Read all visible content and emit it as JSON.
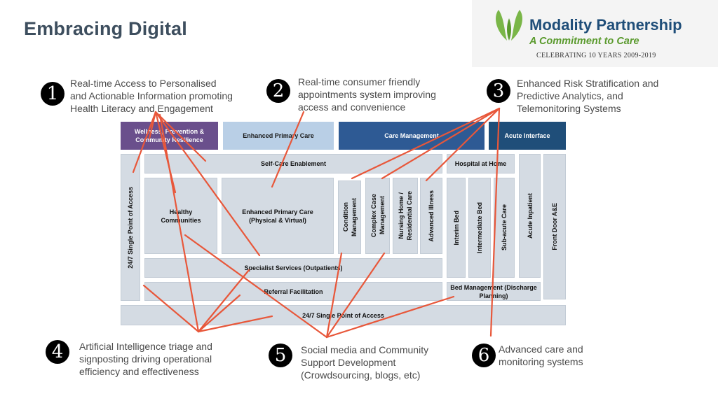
{
  "title": "Embracing Digital",
  "logo": {
    "name": "Modality Partnership",
    "tagline": "A Commitment to Care",
    "celebrating": "CELEBRATING 10 YEARS 2009-2019"
  },
  "callouts": [
    {
      "number": "1",
      "lines": [
        "Real-time Access to Personalised",
        "and Actionable Information promoting",
        "Health Literacy and Engagement"
      ]
    },
    {
      "number": "2",
      "lines": [
        "Real-time consumer friendly",
        "appointments system improving",
        "access and convenience"
      ]
    },
    {
      "number": "3",
      "lines": [
        "Enhanced Risk Stratification and",
        "Predictive Analytics, and",
        "Telemonitoring Systems"
      ]
    },
    {
      "number": "4",
      "lines": [
        "Artificial Intelligence triage and",
        "signposting driving operational",
        "efficiency and effectiveness"
      ]
    },
    {
      "number": "5",
      "lines": [
        "Social media and Community",
        "Support Development",
        "(Crowdsourcing, blogs, etc)"
      ]
    },
    {
      "number": "6",
      "lines": [
        "Advanced care and",
        "monitoring systems"
      ]
    }
  ],
  "headers": {
    "wellness": "Wellness, Prevention & Community Resilience",
    "primary": "Enhanced Primary Care",
    "care": "Care Management",
    "acute": "Acute Interface"
  },
  "boxes": {
    "single_point_vertical": "24/7 Single Point of Access",
    "self_care": "Self-Care Enablement",
    "healthy": "Healthy Communities",
    "primary_care": "Enhanced Primary Care (Physical & Virtual)",
    "condition": "Condition\nManagement",
    "complex": "Complex Case\nManagement",
    "nursing": "Nursing Home /\nResidential Care",
    "advanced": "Advanced Illness",
    "hospital": "Hospital at Home",
    "interim": "Interim Bed",
    "intermediate": "Intermediate Bed",
    "subacute": "Sub-acute Care",
    "acute_inpatient": "Acute Inpatient",
    "front_door": "Front Door A&E",
    "specialist": "Specialist Services (Outpatients)",
    "referral": "Referral Facilitation",
    "bed_mgmt": "Bed Management (Discharge Planning)",
    "single_point_bottom": "24/7 Single Point of Access"
  },
  "colors": {
    "wellness": "#6a4f8c",
    "primary": "#b9cfe6",
    "care": "#2e5a94",
    "acute": "#1f4e79",
    "arrow": "#e8573a",
    "box": "#d4dbe3"
  }
}
